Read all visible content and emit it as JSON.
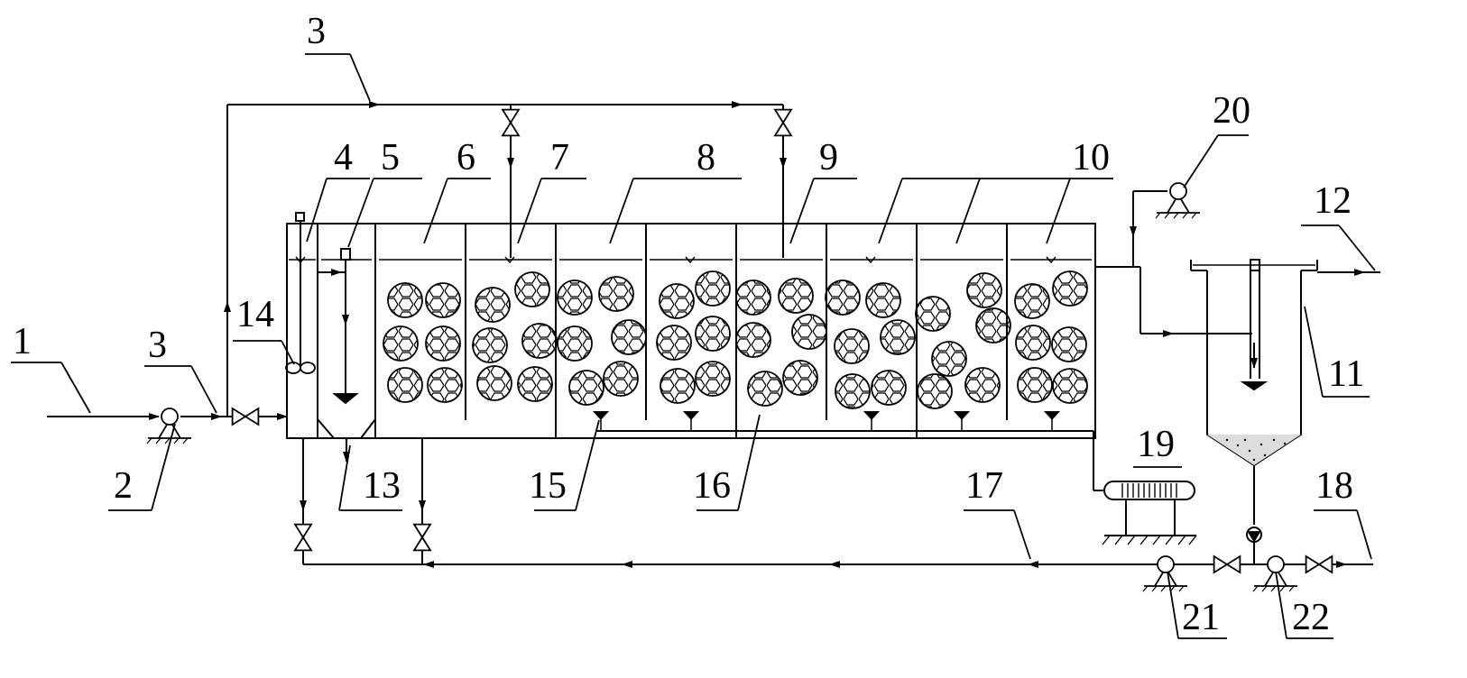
{
  "diagram": {
    "labels": [
      "1",
      "2",
      "3",
      "3",
      "4",
      "5",
      "6",
      "7",
      "8",
      "9",
      "10",
      "11",
      "12",
      "13",
      "14",
      "15",
      "16",
      "17",
      "18",
      "19",
      "20",
      "21",
      "22"
    ]
  },
  "colors": {
    "line": "#000000",
    "background": "#ffffff"
  }
}
